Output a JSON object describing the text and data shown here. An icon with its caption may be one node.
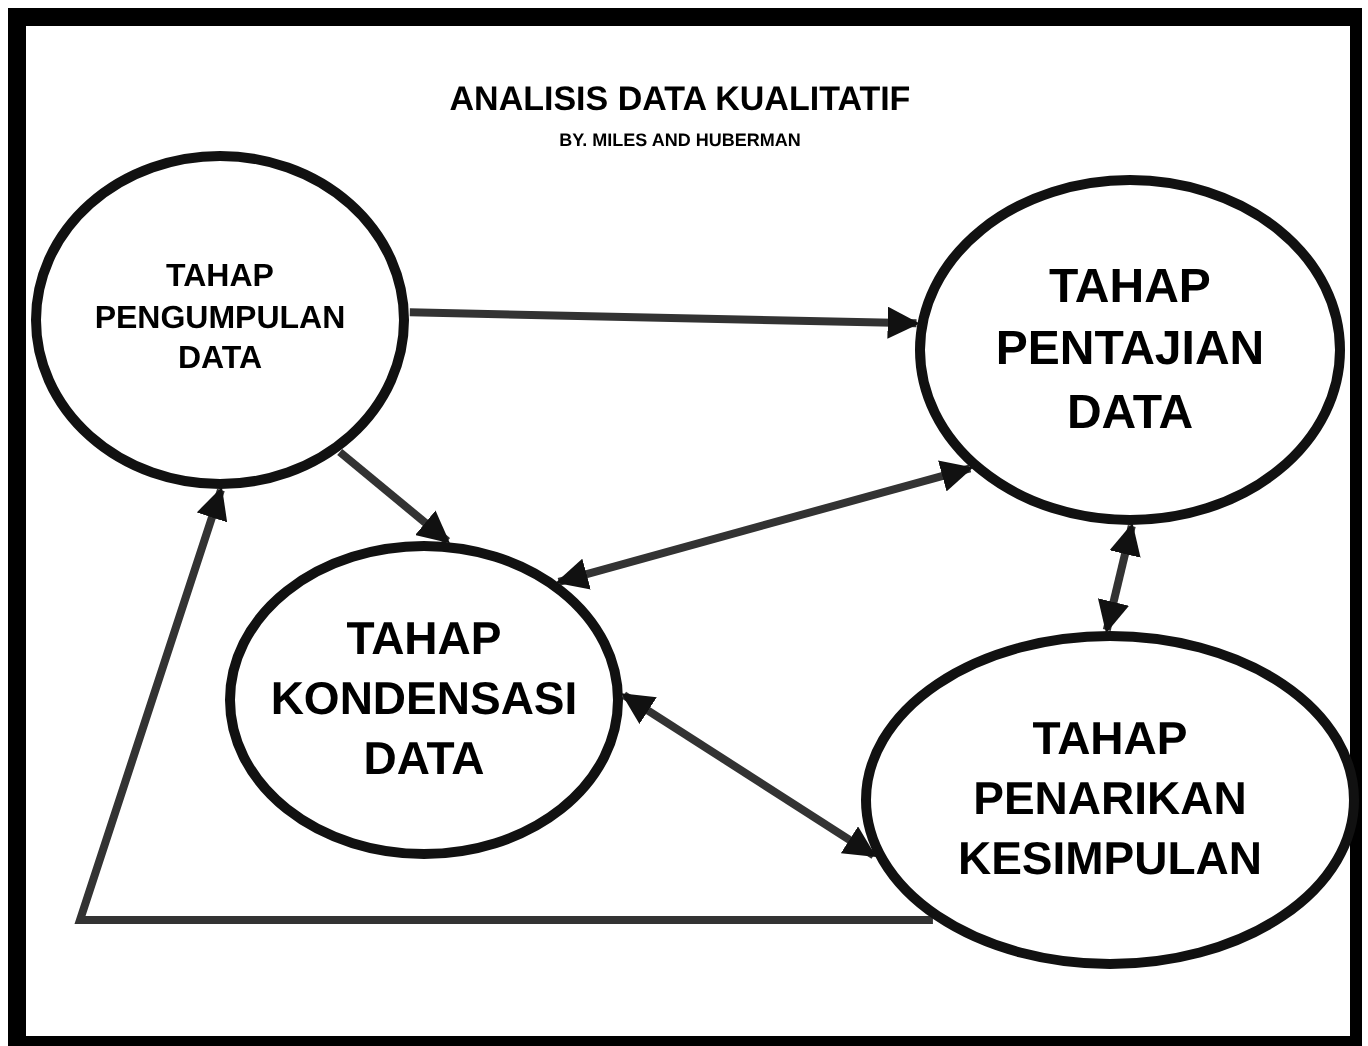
{
  "diagram": {
    "title": "ANALISIS DATA KUALITATIF",
    "nodes": [
      {
        "text": [
          "TAHAP PENGUMPULAN DATA"
        ]
      },
      {
        "text": [
          "TAHAP PENTAJIAN DATA"
        ]
      },
      {
        "text": [
          "TAHAP KONDENSASI DATA"
        ]
      },
      {
        "text": [
          "TAHAP PENARIKAN KESIMPULAN"
        ]
      }
    ],
    "edges": [
      {
        "from": 0,
        "to": 1,
        "arrow": "to"
      },
      {
        "from": 0,
        "to": 2,
        "arrow": "to"
      },
      {
        "from": 2,
        "to": 1,
        "arrow": "both"
      },
      {
        "from": 1,
        "to": 3,
        "arrow": "both"
      },
      {
        "from": 2,
        "to": 3,
        "arrow": "both"
      },
      {
        "from": 3,
        "to": 0,
        "arrow": "to"
      }
    ],
    "labels": [
      "BY. MILES AND HUBERMAN"
    ]
  }
}
